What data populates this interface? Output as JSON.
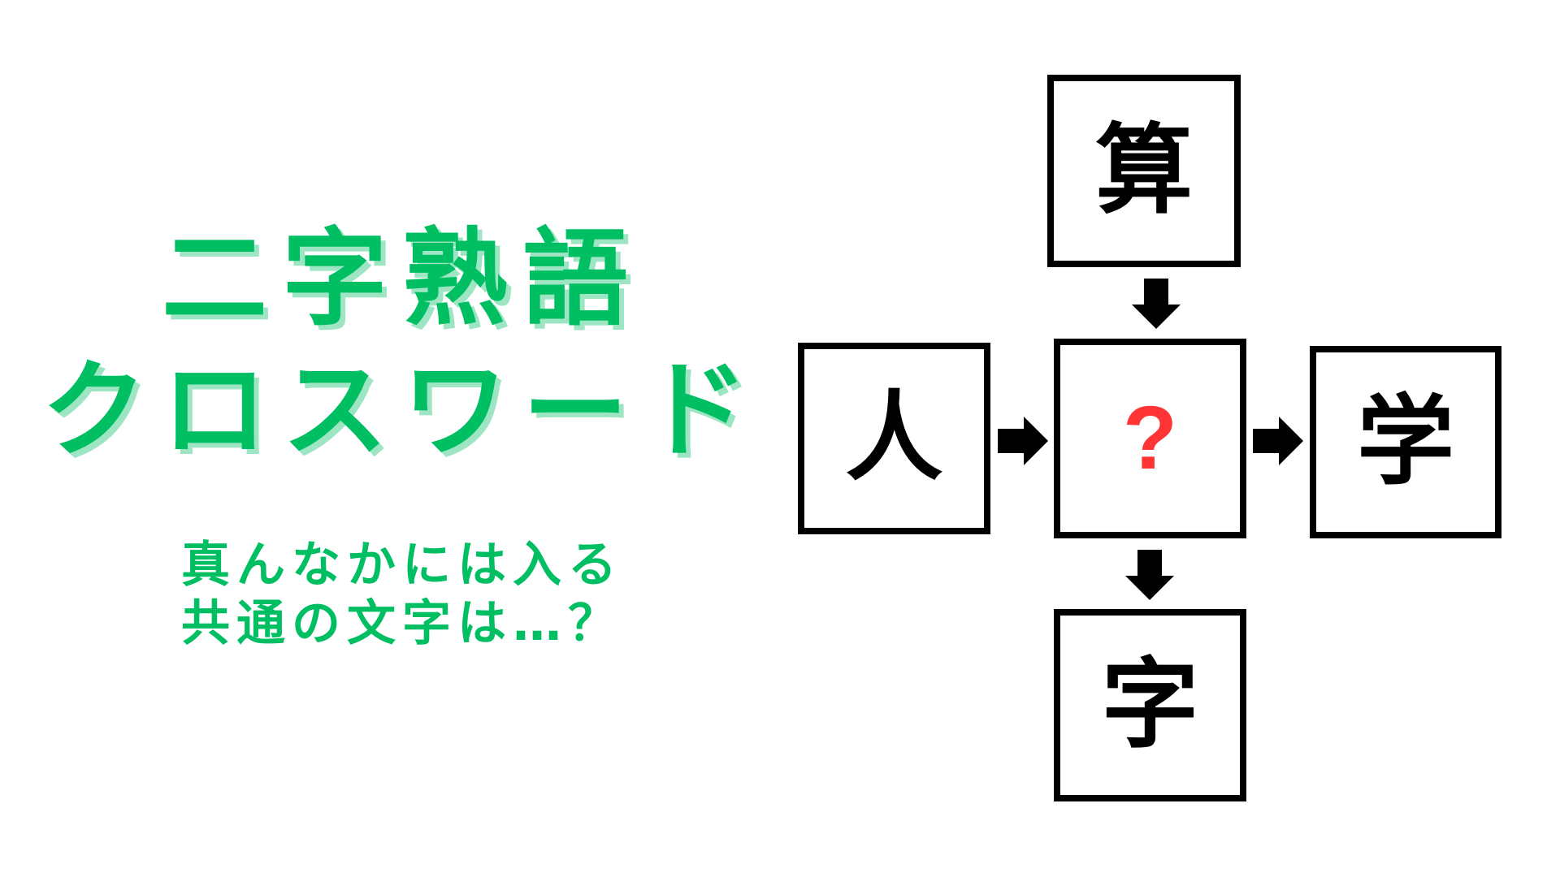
{
  "title": {
    "line1": "二字熟語",
    "line2": "クロスワード"
  },
  "subtitle": {
    "line1": "真んなかには入る",
    "line2": "共通の文字は…？"
  },
  "puzzle": {
    "top": "算",
    "left": "人",
    "center": "?",
    "right": "学",
    "bottom": "字"
  },
  "colors": {
    "title": "#00bf63",
    "title_shadow": "#9de5c3",
    "question": "#ff3535",
    "border": "#000000"
  }
}
